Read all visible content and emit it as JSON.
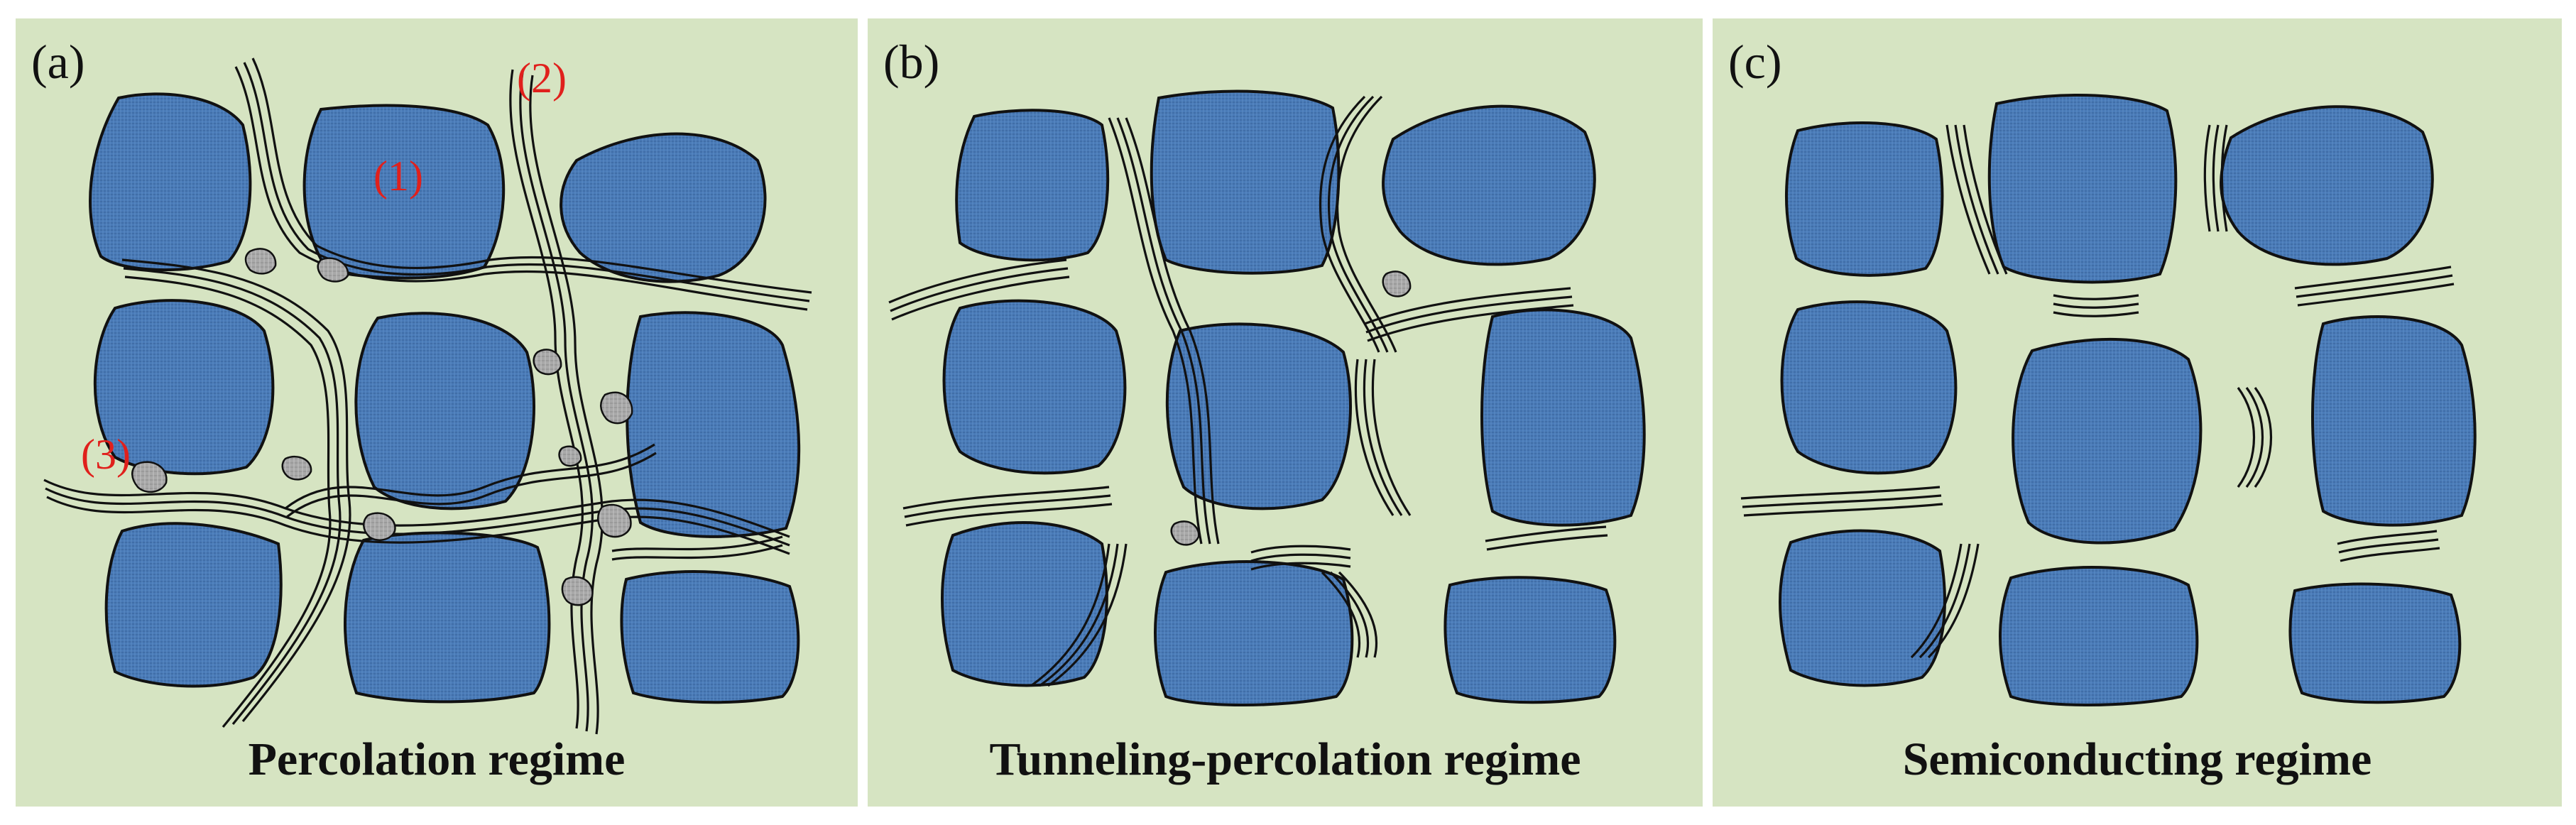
{
  "panels": [
    {
      "id": "a",
      "label": "(a)",
      "caption": "Percolation regime"
    },
    {
      "id": "b",
      "label": "(b)",
      "caption": "Tunneling-percolation regime"
    },
    {
      "id": "c",
      "label": "(c)",
      "caption": "Semiconducting regime"
    }
  ],
  "callouts": [
    "(1)",
    "(2)",
    "(3)"
  ],
  "colors": {
    "background": "#d6e4c2",
    "grain": "#4a7bb8",
    "filler": "#a8a8a8",
    "callout": "#e0201c"
  }
}
